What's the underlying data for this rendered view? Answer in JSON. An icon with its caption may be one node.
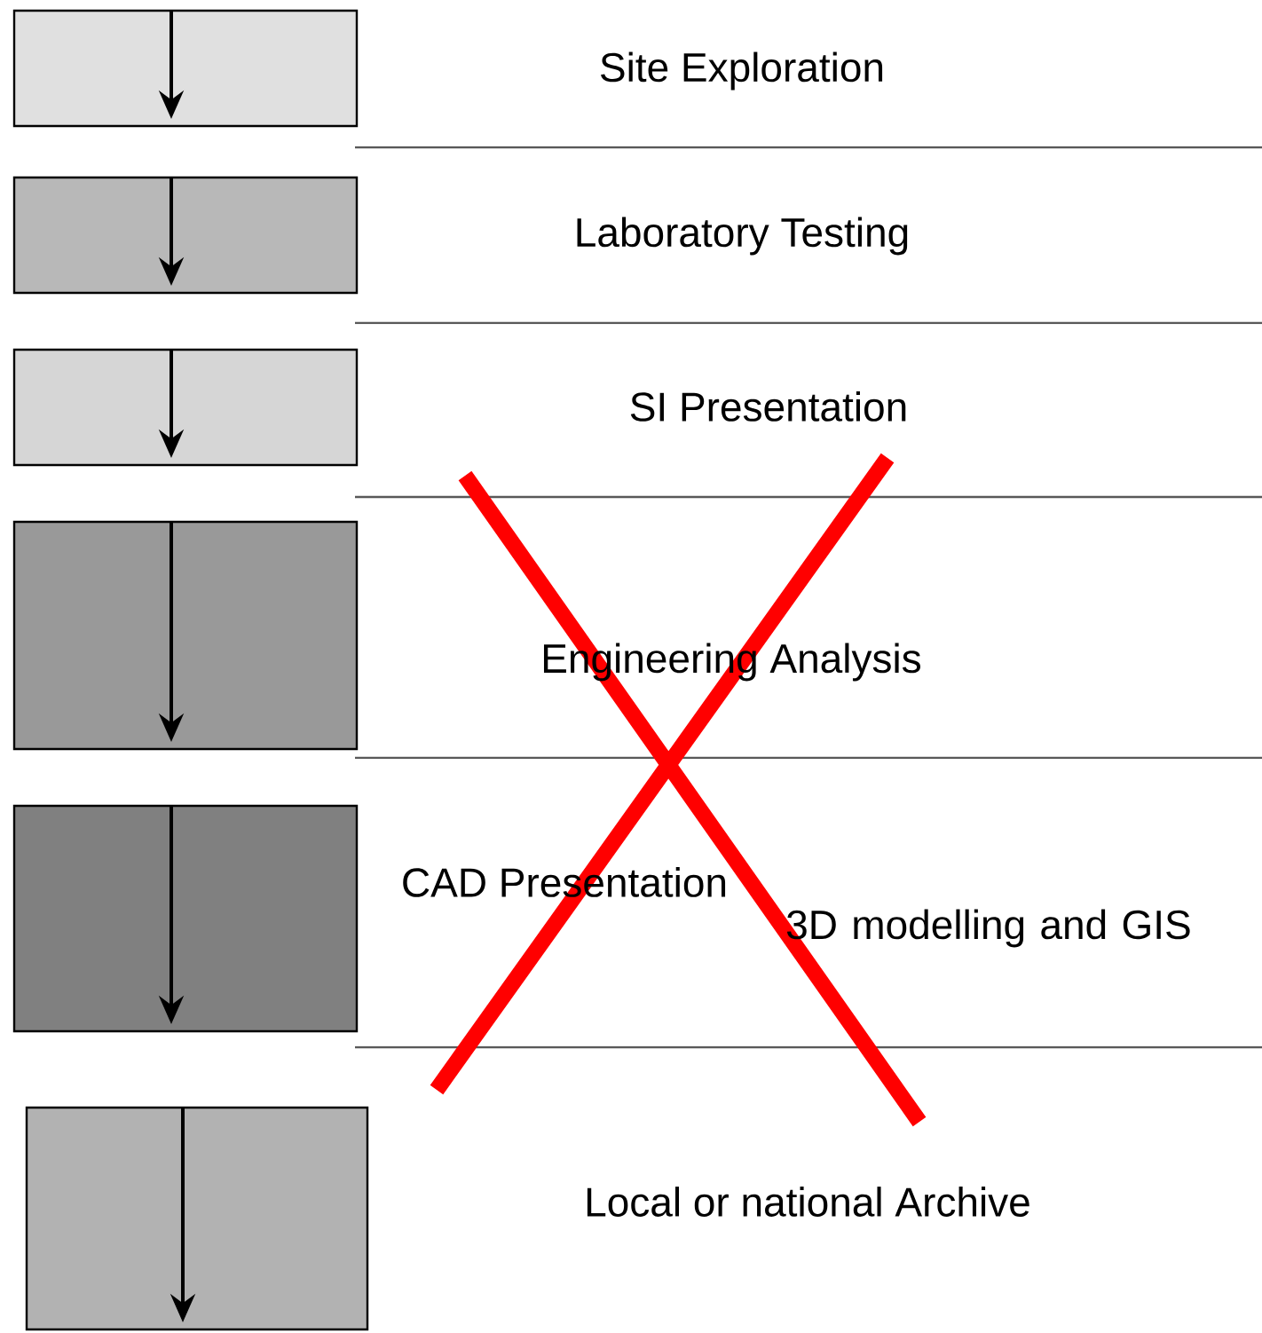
{
  "diagram": {
    "labels": [
      "Site Exploration",
      "Laboratory Testing",
      "SI Presentation",
      "Engineering Analysis",
      "CAD Presentation",
      "3D modelling and GIS",
      "Local or national Archive"
    ]
  }
}
